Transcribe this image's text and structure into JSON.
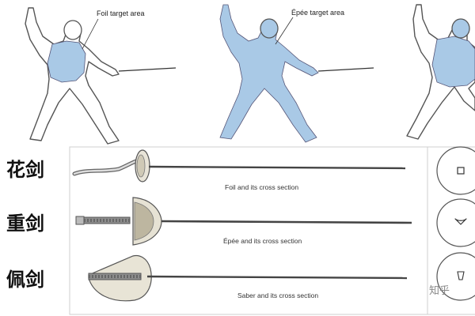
{
  "colors": {
    "target_fill": "#a9c9e6",
    "line": "#444444",
    "panel_border": "#cfcfcf"
  },
  "fencers": [
    {
      "label": "Foil target area",
      "target": "torso"
    },
    {
      "label": "Épée target area",
      "target": "whole-body"
    },
    {
      "label": "",
      "target": "upper-body"
    }
  ],
  "weapons": [
    {
      "name_cn": "花剑",
      "caption": "Foil and its cross section",
      "cross_section": "square"
    },
    {
      "name_cn": "重剑",
      "caption": "Épée and its cross section",
      "cross_section": "triangle"
    },
    {
      "name_cn": "佩剑",
      "caption": "Saber and its cross section",
      "cross_section": "trapezoid"
    }
  ],
  "watermark": "知乎"
}
